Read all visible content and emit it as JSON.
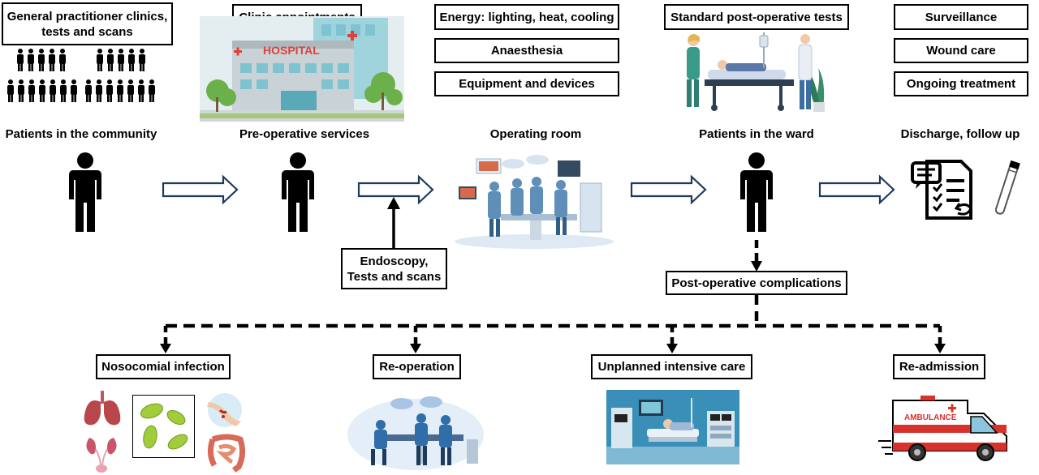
{
  "stages": {
    "community": "Patients in the community",
    "preop": "Pre-operative services",
    "or": "Operating room",
    "ward": "Patients in the ward",
    "discharge": "Discharge, follow up"
  },
  "boxes": {
    "gp": "General practitioner clinics,\ntests and scans",
    "clinic": "Clinic appointments",
    "energy": "Energy: lighting, heat, cooling",
    "anaesthesia": "Anaesthesia",
    "equipment": "Equipment and devices",
    "std_tests": "Standard post-operative tests",
    "surveillance": "Surveillance",
    "wound": "Wound care",
    "ongoing": "Ongoing treatment",
    "endoscopy": "Endoscopy,\nTests and scans",
    "complications": "Post-operative complications"
  },
  "outcomes": {
    "nosocomial": "Nosocomial infection",
    "reoperation": "Re-operation",
    "icu": "Unplanned intensive care",
    "readmission": "Re-admission"
  },
  "images": {
    "hospital_sign": "HOSPITAL",
    "ambulance_sign": "AMBULANCE"
  },
  "icons": [
    "person-icon",
    "crowd-icon",
    "hospital-icon",
    "operating-room-icon",
    "ward-bed-icon",
    "discharge-document-icon",
    "test-tube-icon",
    "lungs-icon",
    "bacteria-icon",
    "wound-icon",
    "kidney-icon",
    "intestine-icon",
    "surgery-team-icon",
    "icu-room-icon",
    "ambulance-icon"
  ]
}
